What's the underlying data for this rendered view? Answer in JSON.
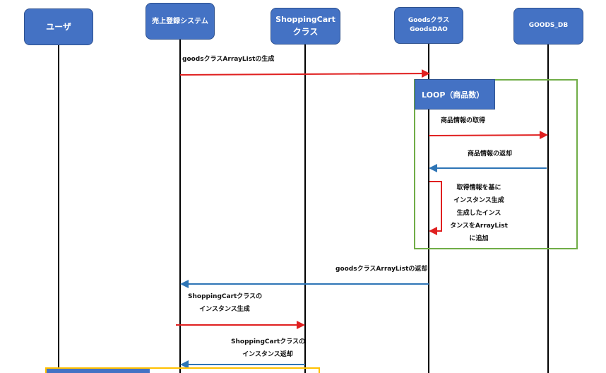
{
  "actors": [
    {
      "label": "ユーザ"
    },
    {
      "label": "売上登録システム"
    },
    {
      "label_line1": "ShoppingCart",
      "label_line2": "クラス"
    },
    {
      "label_line1": "Goodsクラス",
      "label_line2": "GoodsDAO"
    },
    {
      "label": "GOODS_DB"
    }
  ],
  "loop": {
    "label": "LOOP（商品数）"
  },
  "messages": [
    {
      "text": "goodsクラスArrayListの生成"
    },
    {
      "text": "商品情報の取得"
    },
    {
      "text": "商品情報の返却"
    },
    {
      "lines": [
        "取得情報を基に",
        "インスタンス生成",
        "生成したインス",
        "タンスをArrayList",
        "に追加"
      ]
    },
    {
      "text": "goodsクラスArrayListの返却"
    },
    {
      "lines": [
        "ShoppingCartクラスの",
        "インスタンス生成"
      ]
    },
    {
      "lines": [
        "ShoppingCartクラスの",
        "インスタンス返却"
      ]
    }
  ],
  "colors": {
    "actor": "#4472c4",
    "call": "#e02020",
    "return": "#2e75b6",
    "loop_border": "#70ad47",
    "second_frame": "#ffc000"
  }
}
